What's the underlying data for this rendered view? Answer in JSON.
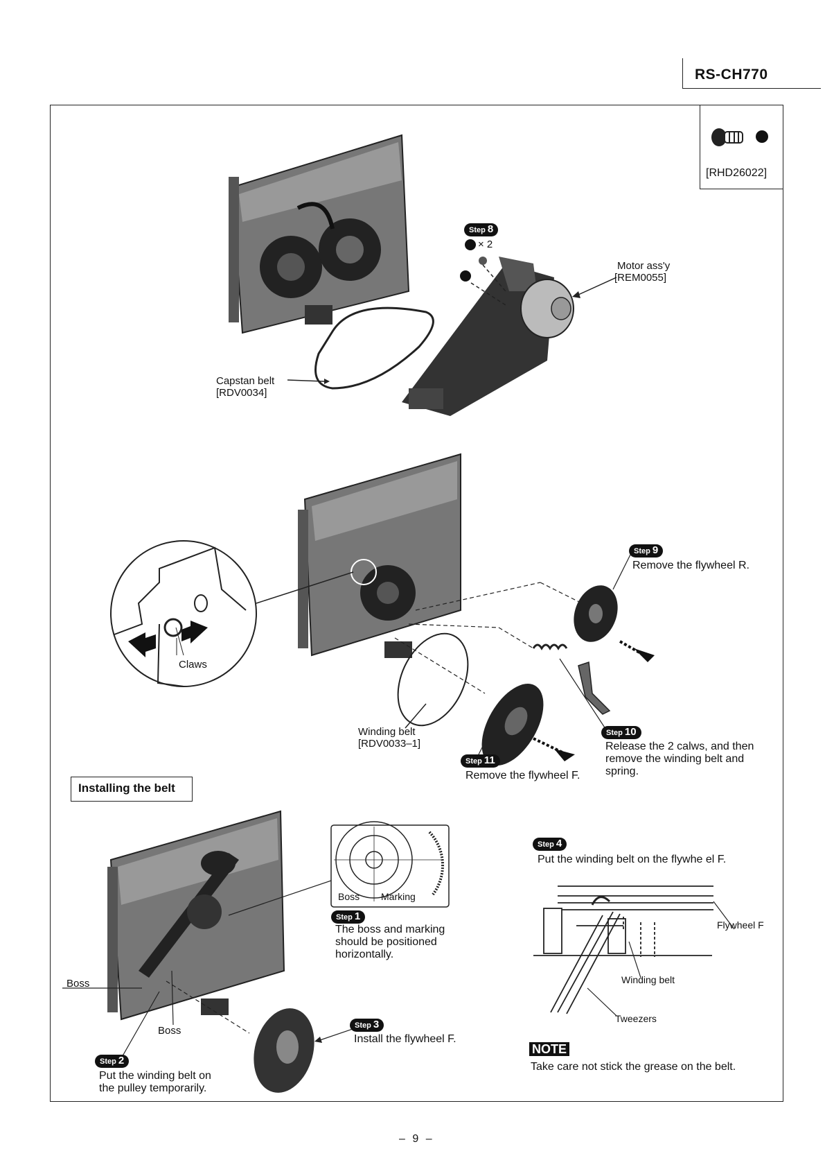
{
  "header": {
    "model": "RS-CH770"
  },
  "screw_box": {
    "symbol": "C",
    "code": "[RHD26022]"
  },
  "top_figure": {
    "step8": {
      "word": "Step",
      "num": "8",
      "qty_symbol": "C",
      "qty": "× 2",
      "screw_symbol": "C"
    },
    "motor_label": "Motor ass'y",
    "motor_code": "[REM0055]",
    "belt_label": "Capstan belt",
    "belt_code": "[RDV0034]"
  },
  "middle_figure": {
    "step9": {
      "word": "Step",
      "num": "9",
      "text": "Remove the flywheel R."
    },
    "claws_label": "Claws",
    "winding_label": "Winding belt",
    "winding_code": "[RDV0033–1]",
    "step10": {
      "word": "Step",
      "num": "10",
      "line1": "Release the 2 calws, and then",
      "line2": "remove the winding belt and",
      "line3": "spring."
    },
    "step11": {
      "word": "Step",
      "num": "11",
      "text": "Remove the flywheel F."
    }
  },
  "install_section": {
    "title": "Installing the belt",
    "boss_left": "Boss",
    "boss_bottom": "Boss",
    "inset_boss": "Boss",
    "inset_marking": "Marking",
    "step1": {
      "word": "Step",
      "num": "1",
      "line1": "The boss and marking",
      "line2": "should be positioned",
      "line3": "horizontally."
    },
    "step2": {
      "word": "Step",
      "num": "2",
      "line1": "Put the winding belt on",
      "line2": "the pulley temporarily."
    },
    "step3": {
      "word": "Step",
      "num": "3",
      "text": "Install the flywheel F."
    },
    "step4": {
      "word": "Step",
      "num": "4",
      "text": "Put the winding belt on the flywhe el F."
    },
    "flywheel_label": "Flywheel F",
    "winding_label": "Winding belt",
    "tweezers_label": "Tweezers",
    "note_badge": "NOTE",
    "note_text": "Take care not stick the grease on the belt."
  },
  "footer": {
    "page": "– 9 –"
  }
}
